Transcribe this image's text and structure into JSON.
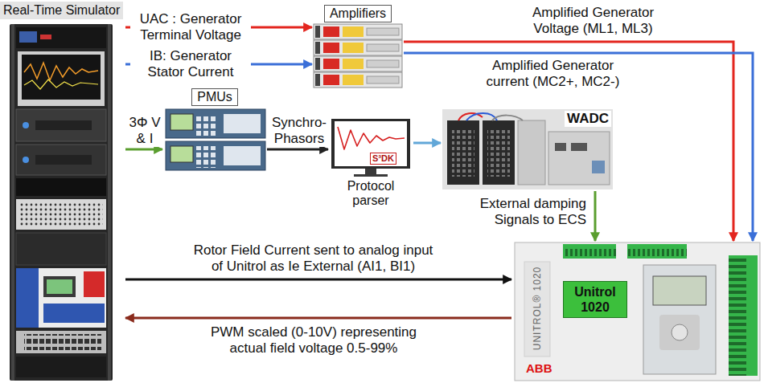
{
  "diagram": {
    "nodes": [
      {
        "text": [
          "Real-Time Simulator"
        ]
      },
      {
        "text": [
          "Amplifiers"
        ]
      },
      {
        "text": [
          "PMUs"
        ]
      },
      {
        "text": [
          "S³DK",
          "Protocol parser"
        ]
      },
      {
        "text": [
          "WADC"
        ]
      },
      {
        "text": [
          "Unitrol 1020"
        ]
      }
    ],
    "edges": [
      {
        "from": 0,
        "to": 1,
        "label": "UAC : Generator Terminal Voltage",
        "arrow": "to"
      },
      {
        "from": 0,
        "to": 1,
        "label": "IB: Generator Stator Current",
        "arrow": "to"
      },
      {
        "from": 0,
        "to": 2,
        "label": "3Φ V & I",
        "arrow": "to"
      },
      {
        "from": 2,
        "to": 3,
        "label": "Synchro-Phasors",
        "arrow": "to"
      },
      {
        "from": 3,
        "to": 4,
        "arrow": "to"
      },
      {
        "from": 1,
        "to": 5,
        "label": "Amplified Generator Voltage (ML1, ML3)",
        "arrow": "to"
      },
      {
        "from": 1,
        "to": 5,
        "label": "Amplified Generator current (MC2+, MC2-)",
        "arrow": "to"
      },
      {
        "from": 4,
        "to": 5,
        "label": "External damping Signals to ECS",
        "arrow": "to"
      },
      {
        "from": 0,
        "to": 5,
        "label": "Rotor Field Current sent to analog input of Unitrol as Ie External (AI1, BI1)",
        "arrow": "to"
      },
      {
        "from": 5,
        "to": 0,
        "label": "PWM scaled (0-10V) representing actual field voltage 0.5-99%",
        "arrow": "to"
      }
    ],
    "labels": [
      "UNITROL® 1020",
      "ABB"
    ]
  }
}
